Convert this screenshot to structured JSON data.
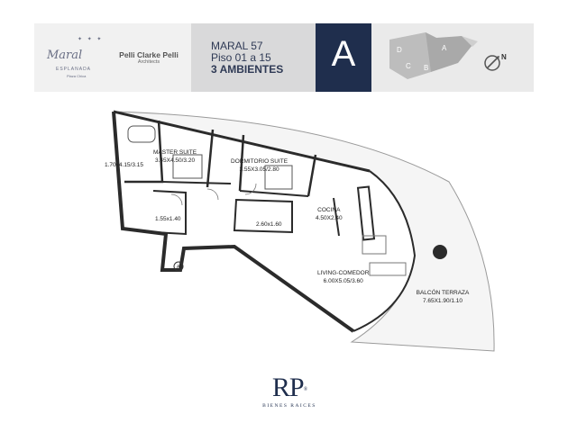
{
  "header": {
    "brand": {
      "name": "Maral",
      "subtitle": "ESPLANADA",
      "place": "Plaza Chica"
    },
    "architect": {
      "name": "Pelli Clarke Pelli",
      "sub": "Architects"
    },
    "project": "MARAL 57",
    "floors": "Piso 01 a 15",
    "type": "3 AMBIENTES",
    "unit_letter": "A",
    "keyplan": {
      "units": [
        "D",
        "A",
        "C",
        "B"
      ],
      "north": "N"
    }
  },
  "rooms": [
    {
      "id": "master-suite",
      "name": "MASTER SUITE",
      "dims": "3.45X4.50/3.20"
    },
    {
      "id": "dormitorio-suite",
      "name": "DORMITORIO SUITE",
      "dims": "3.55X3.05/2.80"
    },
    {
      "id": "bath-1",
      "name": "",
      "dims": "1.70x4.15/3.15"
    },
    {
      "id": "bath-2",
      "name": "",
      "dims": "1.55x1.40"
    },
    {
      "id": "bath-3",
      "name": "",
      "dims": "2.60x1.60"
    },
    {
      "id": "cocina",
      "name": "COCINA",
      "dims": "4.50X2.40"
    },
    {
      "id": "living-comedor",
      "name": "LIVING-COMEDOR",
      "dims": "6.00X5.05/3.60"
    },
    {
      "id": "balcon-terraza",
      "name": "BALCÓN TERRAZA",
      "dims": "7.65X1.90/1.10"
    }
  ],
  "entry_marker": "A",
  "footer": {
    "logo": "RP",
    "logo_sub": "BIENES RAICES"
  },
  "colors": {
    "navy": "#1f2e4d",
    "wall": "#2b2b2b",
    "header_gray": "#d9d9da"
  }
}
